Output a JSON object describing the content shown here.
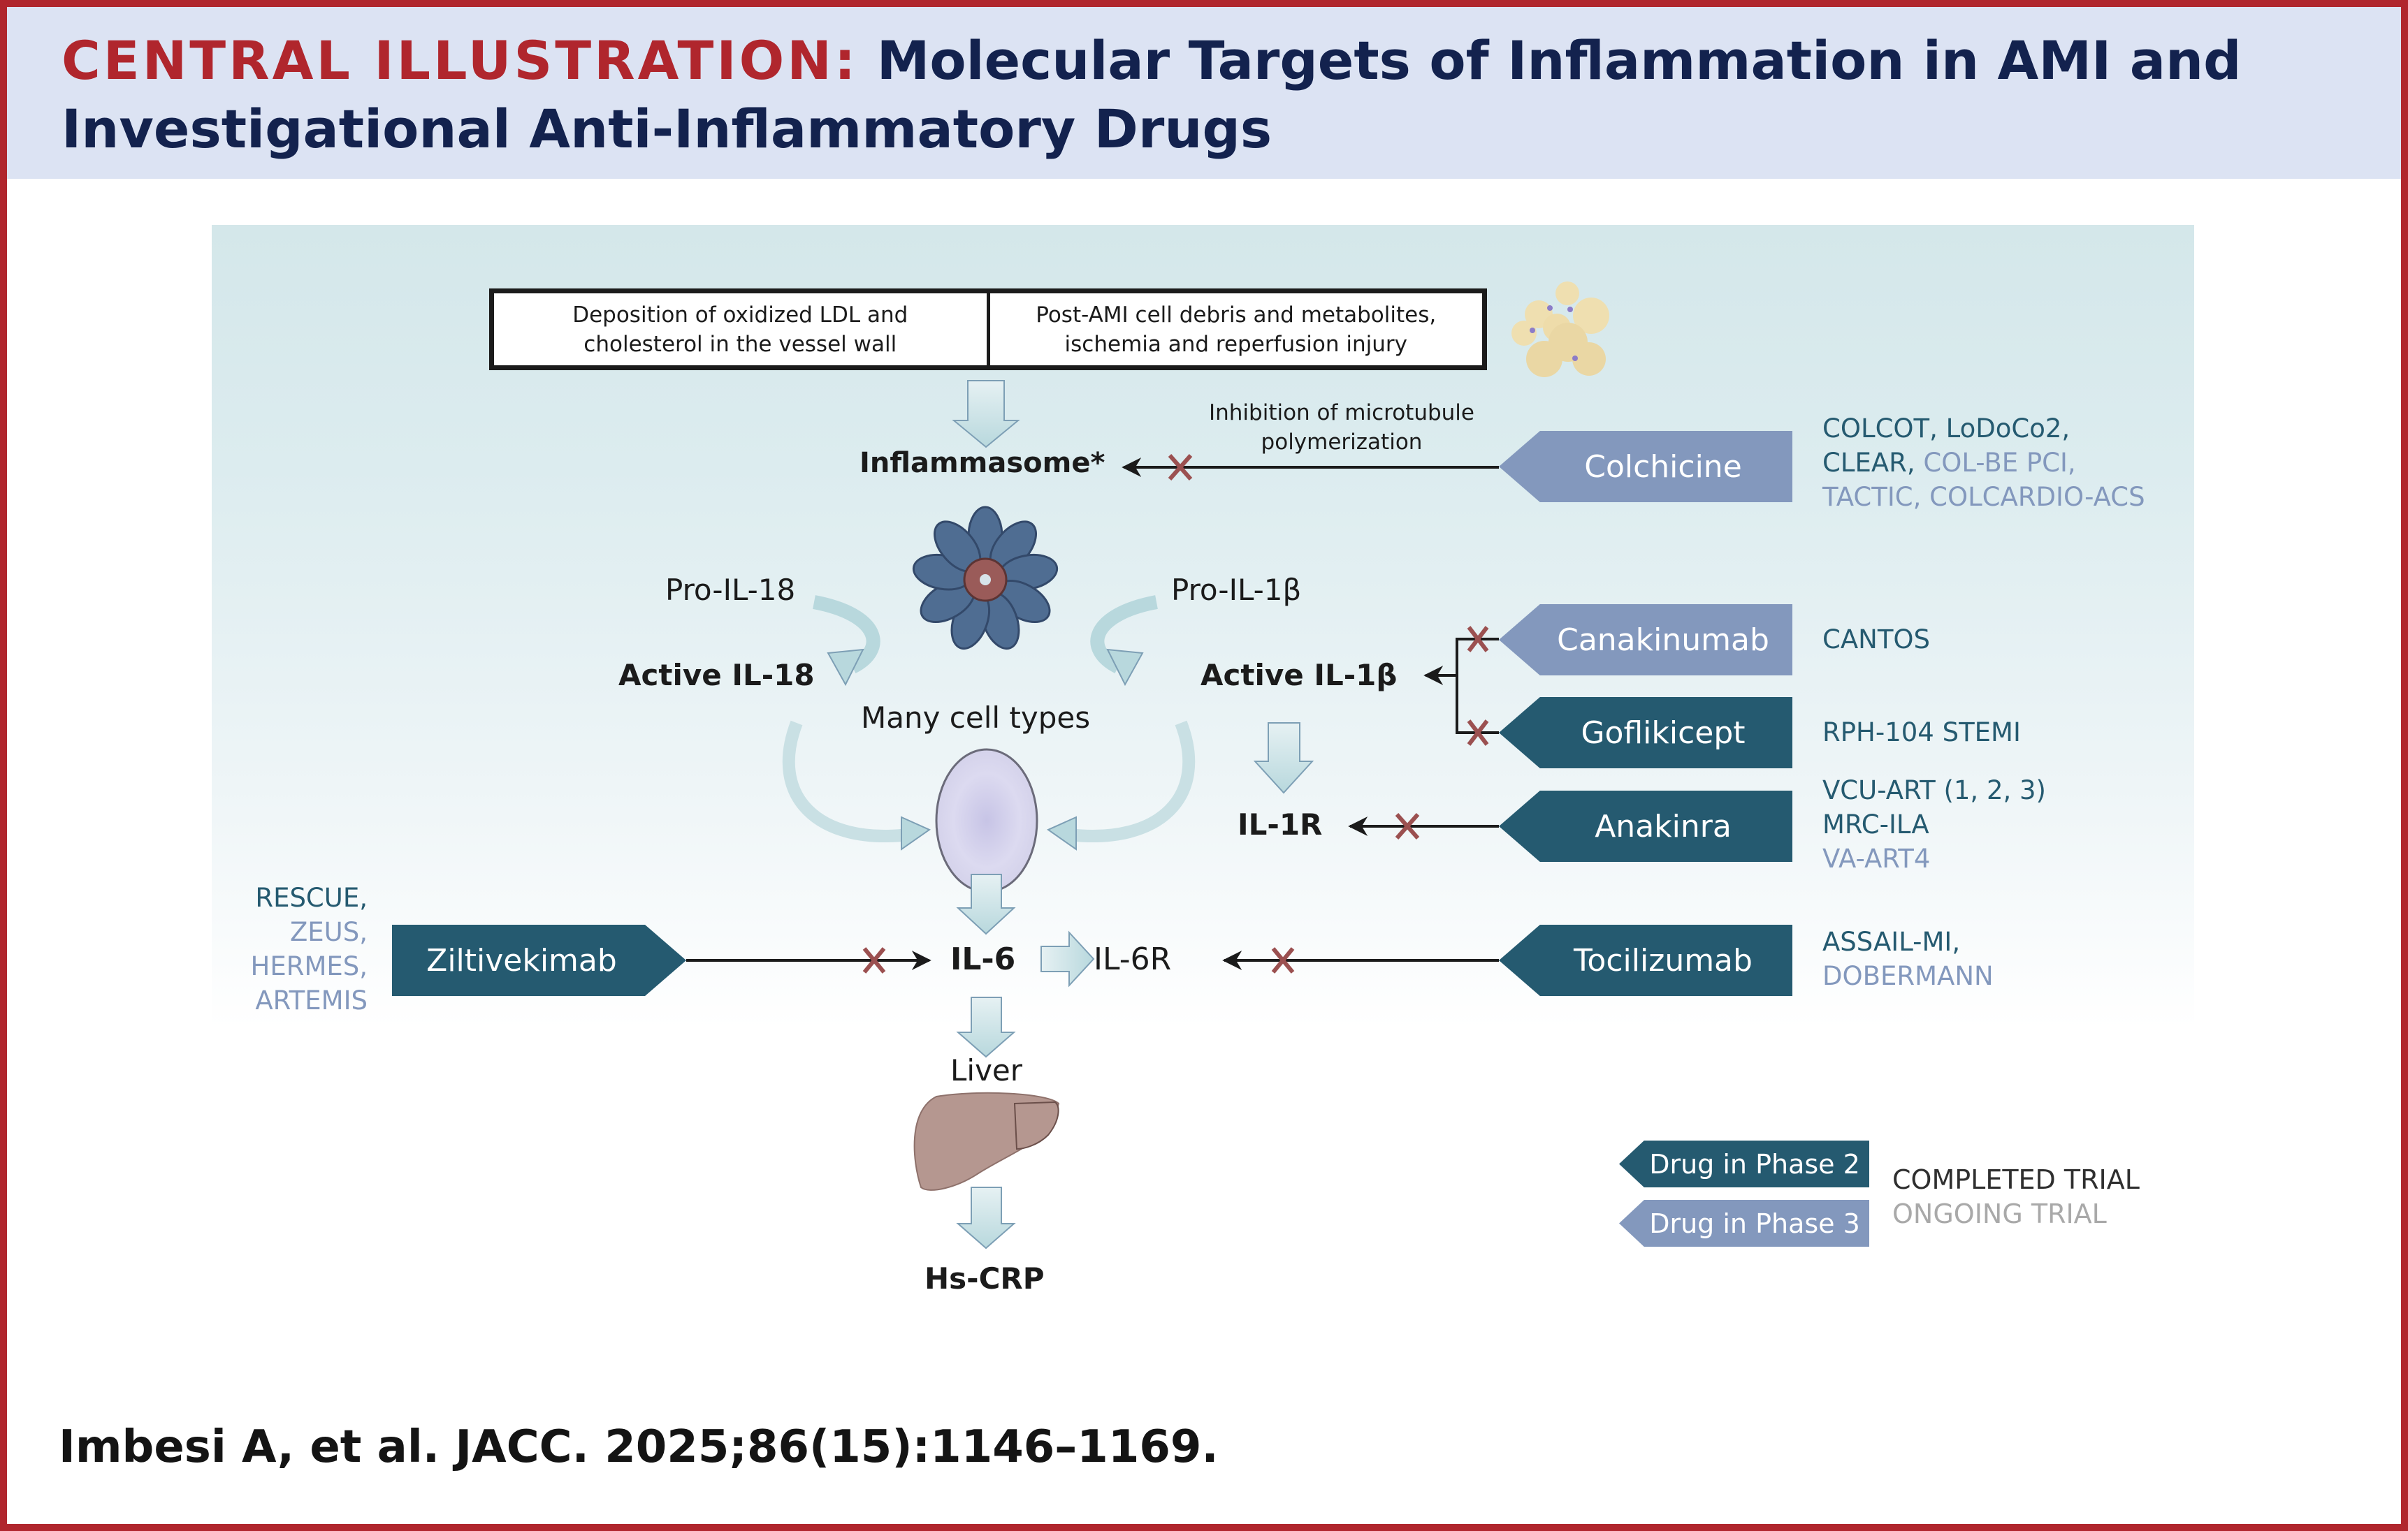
{
  "header": {
    "kicker": "CENTRAL ILLUSTRATION:",
    "title": "Molecular Targets of Inflammation in AMI and Investigational Anti-Inflammatory Drugs"
  },
  "triggers": [
    "Deposition of oxidized LDL and cholesterol in the vessel wall",
    "Post-AMI cell debris and metabolites, ischemia and reperfusion injury"
  ],
  "pathway": {
    "inflammasome": "Inflammasome*",
    "colchicine_mechanism": "Inhibition of microtubule polymerization",
    "pro_il18": "Pro-IL-18",
    "pro_il1b": "Pro-IL-1β",
    "active_il18": "Active IL-18",
    "active_il1b": "Active IL-1β",
    "many_cell_types": "Many cell types",
    "il1r": "IL-1R",
    "il6": "IL-6",
    "il6r": "IL-6R",
    "liver": "Liver",
    "hscrp": "Hs-CRP"
  },
  "drugs": {
    "colchicine": {
      "name": "Colchicine",
      "phase": 3,
      "trials": [
        {
          "name": "COLCOT,",
          "status": "completed"
        },
        {
          "name": "LoDoCo2,",
          "status": "completed"
        },
        {
          "name": "CLEAR,",
          "status": "completed"
        },
        {
          "name": "COL-BE PCI,",
          "status": "ongoing"
        },
        {
          "name": "TACTIC,",
          "status": "ongoing"
        },
        {
          "name": "COLCARDIO-ACS",
          "status": "ongoing"
        }
      ]
    },
    "canakinumab": {
      "name": "Canakinumab",
      "phase": 3,
      "trials": [
        {
          "name": "CANTOS",
          "status": "completed"
        }
      ]
    },
    "goflikicept": {
      "name": "Goflikicept",
      "phase": 2,
      "trials": [
        {
          "name": "RPH-104 STEMI",
          "status": "completed"
        }
      ]
    },
    "anakinra": {
      "name": "Anakinra",
      "phase": 2,
      "trials": [
        {
          "name": "VCU-ART (1, 2, 3)",
          "status": "completed"
        },
        {
          "name": "MRC-ILA",
          "status": "completed"
        },
        {
          "name": "VA-ART4",
          "status": "ongoing"
        }
      ]
    },
    "tocilizumab": {
      "name": "Tocilizumab",
      "phase": 2,
      "trials": [
        {
          "name": "ASSAIL-MI,",
          "status": "completed"
        },
        {
          "name": "DOBERMANN",
          "status": "ongoing"
        }
      ]
    },
    "ziltivekimab": {
      "name": "Ziltivekimab",
      "phase": 2,
      "trials": [
        {
          "name": "RESCUE,",
          "status": "completed"
        },
        {
          "name": "ZEUS,",
          "status": "ongoing"
        },
        {
          "name": "HERMES,",
          "status": "ongoing"
        },
        {
          "name": "ARTEMIS",
          "status": "ongoing"
        }
      ]
    }
  },
  "legend": {
    "phase2": "Drug in Phase 2",
    "phase3": "Drug in Phase 3",
    "completed": "COMPLETED TRIAL",
    "ongoing": "ONGOING TRIAL"
  },
  "colors": {
    "border_red": "#b0262d",
    "title_navy": "#13224e",
    "phase2": "#255a70",
    "phase3": "#8398bd",
    "completed_trial": "#255a70",
    "ongoing_trial": "#8398bd",
    "inhibit_x": "#9b5050"
  },
  "citation": "Imbesi A, et al. JACC. 2025;86(15):1146–1169."
}
